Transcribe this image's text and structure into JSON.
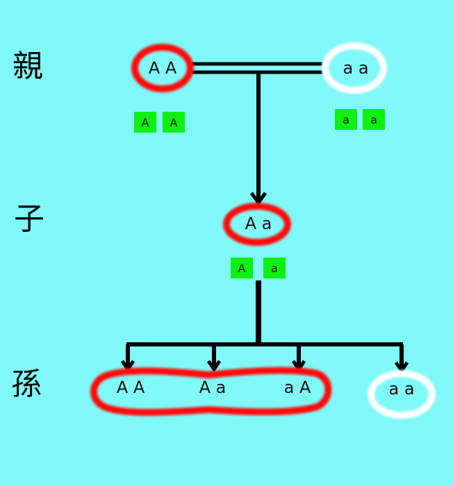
{
  "generations": {
    "parent": "親",
    "child": "子",
    "grandchild": "孫"
  },
  "parents": {
    "left": "A A",
    "right": "a a",
    "left_gametes": [
      "A",
      "A"
    ],
    "right_gametes": [
      "a",
      "a"
    ]
  },
  "child": {
    "genotype": "A a",
    "gametes": [
      "A",
      "a"
    ]
  },
  "grandchildren": {
    "red_group": [
      "A A",
      "A a",
      "a A"
    ],
    "white": "a a"
  },
  "colors": {
    "background": "#80f8f8",
    "dominant_circle": "#ff1010",
    "recessive_circle": "#ffffff",
    "gamete_box": "#10f010",
    "lines": "#000000"
  }
}
